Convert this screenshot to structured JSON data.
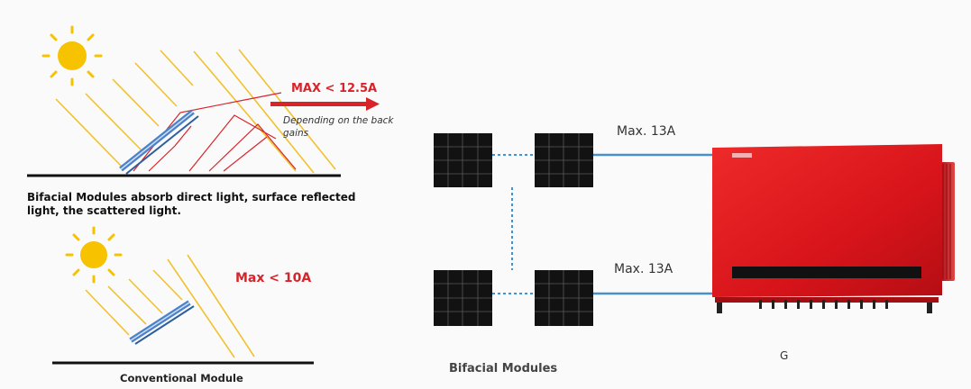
{
  "top_diagram": {
    "current_label": "MAX < 12.5A",
    "note": "Depending on the back gains",
    "caption": "Bifacial Modules absorb direct light, surface reflected light, the scattered light."
  },
  "bottom_diagram": {
    "current_label": "Max  < 10A",
    "caption": "Conventional Module"
  },
  "system": {
    "string_current_top": "Max. 13A",
    "string_current_bottom": "Max. 13A",
    "modules_label": "Bifacial Modules",
    "inverter_label": "G"
  },
  "colors": {
    "sun": "#f7c200",
    "ray": "#f2c12e",
    "reflect": "#d8232a",
    "panel": "#4b82c9",
    "module": "#121212",
    "wire": "#4a90c8",
    "inverter": "#d7141a"
  }
}
